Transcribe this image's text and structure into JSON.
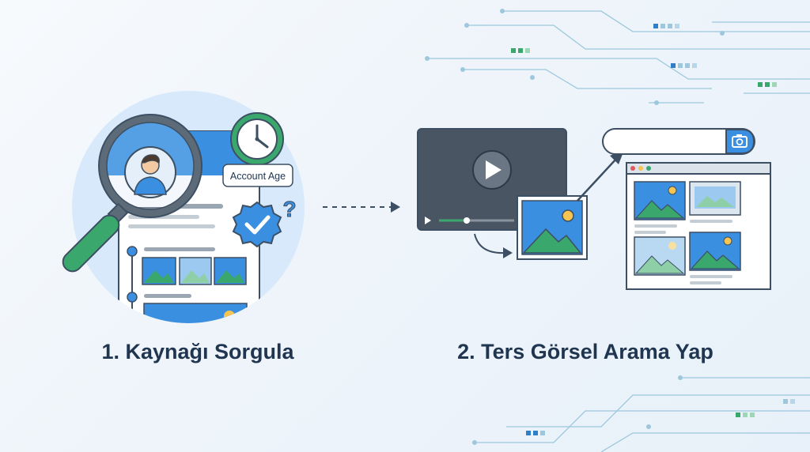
{
  "steps": [
    {
      "label": "1. Kaynağı Sorgula"
    },
    {
      "label": "2. Ters Görsel Arama Yap"
    }
  ],
  "profile_card": {
    "badge": "Account Age"
  },
  "icons": {
    "magnifier": "magnifier-icon",
    "clock": "clock-icon",
    "verified": "verified-badge-icon",
    "question": "question-mark-icon",
    "play": "play-icon",
    "camera": "camera-icon"
  },
  "colors": {
    "primary_dark": "#1f3550",
    "accent_blue": "#3b8fe0",
    "accent_green": "#3aa76d",
    "circle_bg": "#d7e9fb"
  }
}
